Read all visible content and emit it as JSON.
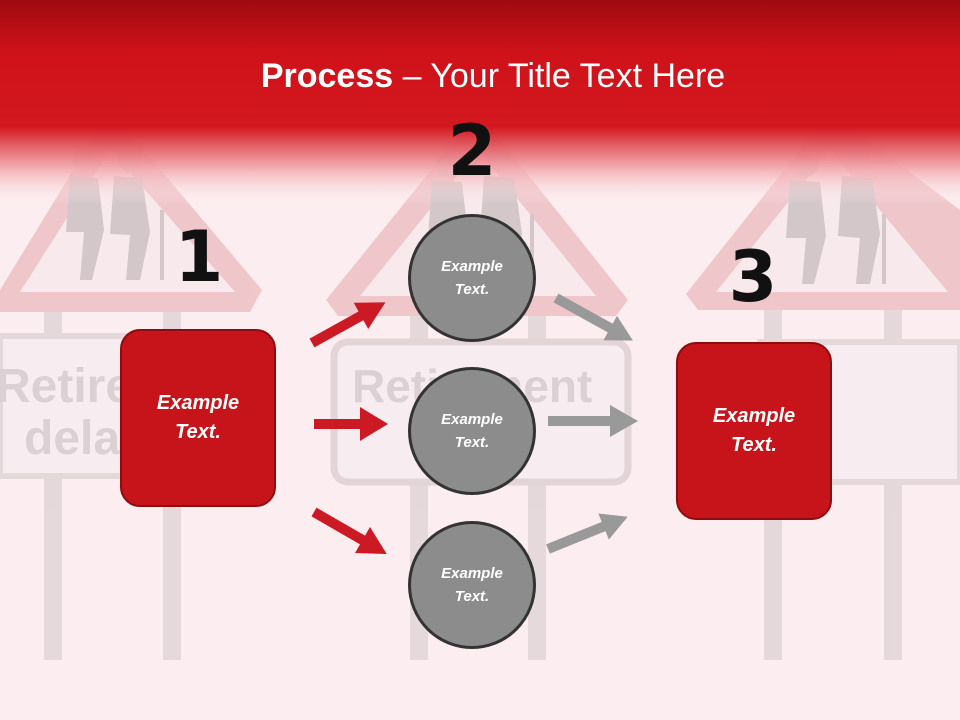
{
  "slide": {
    "title_bold": "Process",
    "title_rest": " – Your Title Text Here",
    "steps": [
      {
        "number": "1",
        "text": "Example\nText."
      },
      {
        "number": "2"
      },
      {
        "number": "3",
        "text": "Example\nText."
      }
    ],
    "circles": [
      {
        "text": "Example\nText."
      },
      {
        "text": "Example\nText."
      },
      {
        "text": "Example\nText."
      }
    ],
    "background_sign_text": [
      "Retire",
      "dela",
      "Retirement"
    ]
  },
  "colors": {
    "header_red": "#d0121a",
    "box_red": "#c7141b",
    "arrow_red": "#cc1a24",
    "circle_gray": "#8c8c8c",
    "arrow_gray": "#999999"
  }
}
